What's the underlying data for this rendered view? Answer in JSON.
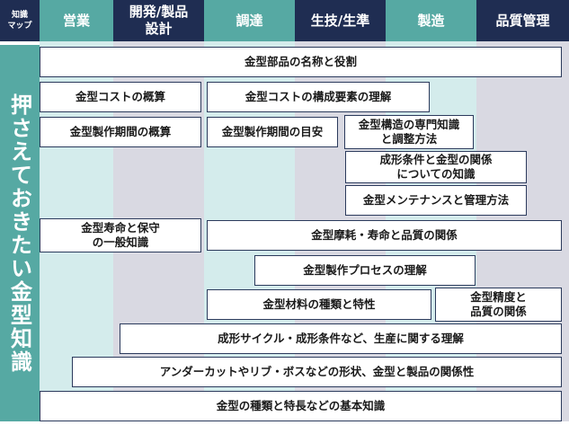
{
  "corner_label": "知識\nマップ",
  "side_label": "押さえておきたい金型知識",
  "columns": [
    {
      "label": "営業",
      "header_color": "#56a9a3",
      "body_color": "#d4ecec"
    },
    {
      "label": "開発/製品\n設計",
      "header_color": "#1f2d52",
      "body_color": "#d9d9e2"
    },
    {
      "label": "調達",
      "header_color": "#56a9a3",
      "body_color": "#d4ecec"
    },
    {
      "label": "生技/生準",
      "header_color": "#1f2d52",
      "body_color": "#d9d9e2"
    },
    {
      "label": "製造",
      "header_color": "#56a9a3",
      "body_color": "#d4ecec"
    },
    {
      "label": "品質管理",
      "header_color": "#1f2d52",
      "body_color": "#d9d9e2"
    }
  ],
  "items": [
    "金型部品の名称と役割",
    "金型コストの概算",
    "金型コストの構成要素の理解",
    "金型製作期間の概算",
    "金型製作期間の目安",
    "金型構造の専門知識\nと調整方法",
    "成形条件と金型の関係\nについての知識",
    "金型メンテナンスと管理方法",
    "金型寿命と保守\nの一般知識",
    "金型摩耗・寿命と品質の関係",
    "金型製作プロセスの理解",
    "金型材料の種類と特性",
    "金型精度と\n品質の関係",
    "成形サイクル・成形条件など、生産に関する理解",
    "アンダーカットやリブ・ボスなどの形状、金型と製品の関係性",
    "金型の種類と特長などの基本知識"
  ]
}
